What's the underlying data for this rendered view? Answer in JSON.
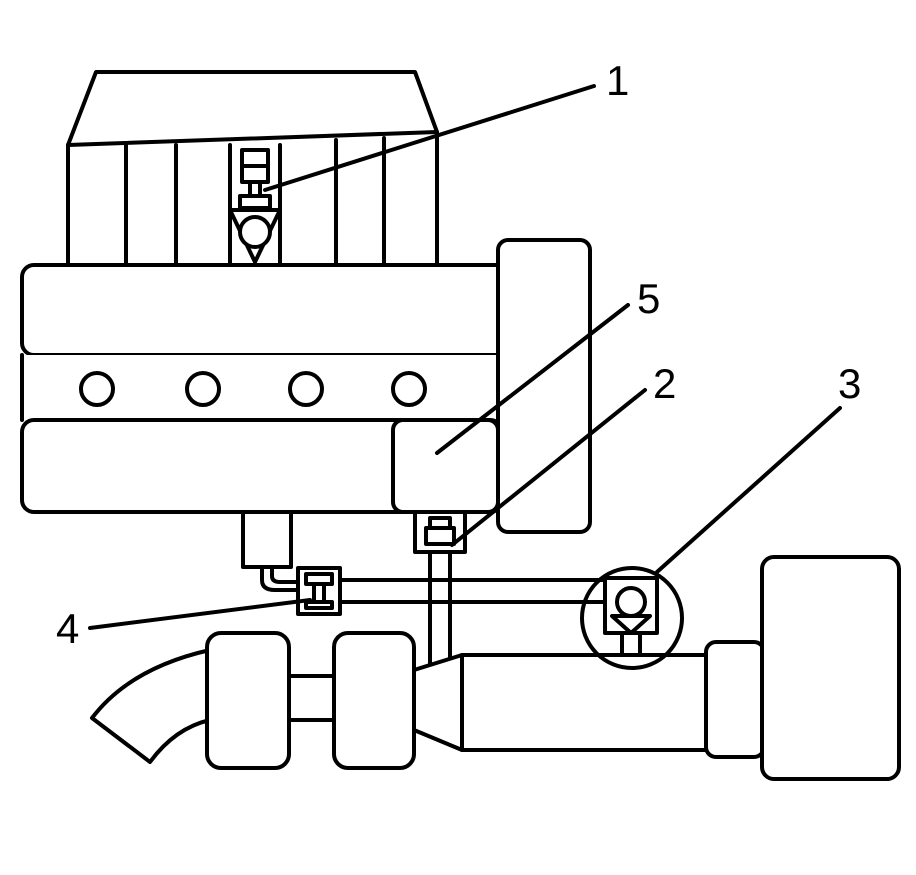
{
  "diagram": {
    "callouts": [
      {
        "id": "callout-1",
        "label": "1"
      },
      {
        "id": "callout-2",
        "label": "2"
      },
      {
        "id": "callout-3",
        "label": "3"
      },
      {
        "id": "callout-4",
        "label": "4"
      },
      {
        "id": "callout-5",
        "label": "5"
      }
    ],
    "colors": {
      "stroke": "#000000",
      "fill": "#ffffff"
    }
  }
}
